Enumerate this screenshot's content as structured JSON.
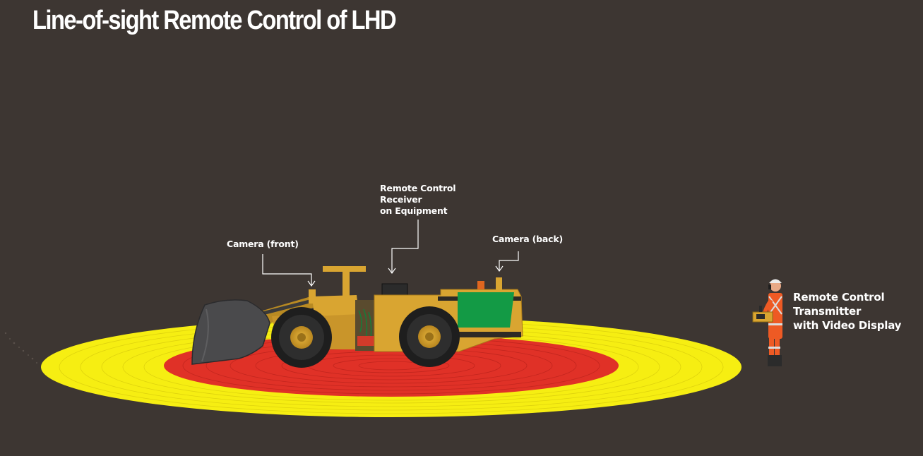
{
  "title": "Line-of-sight Remote Control of LHD",
  "labels": {
    "camera_front": "Camera (front)",
    "receiver": [
      "Remote Control",
      "Receiver",
      "on Equipment"
    ],
    "camera_back": "Camera (back)",
    "transmitter": [
      "Remote Control",
      "Transmitter",
      "with Video Display"
    ]
  },
  "zones": {
    "outer_color": "#f6ee12",
    "inner_color": "#e03127"
  },
  "colors": {
    "background": "#3d3632",
    "vehicle": "#d9a531",
    "bucket": "#4a4a4c",
    "panel": "#139a45",
    "operator_suit": "#ee5a24",
    "text": "#ffffff"
  },
  "icons": {
    "vehicle": "lhd-loader-icon",
    "operator": "operator-icon"
  }
}
